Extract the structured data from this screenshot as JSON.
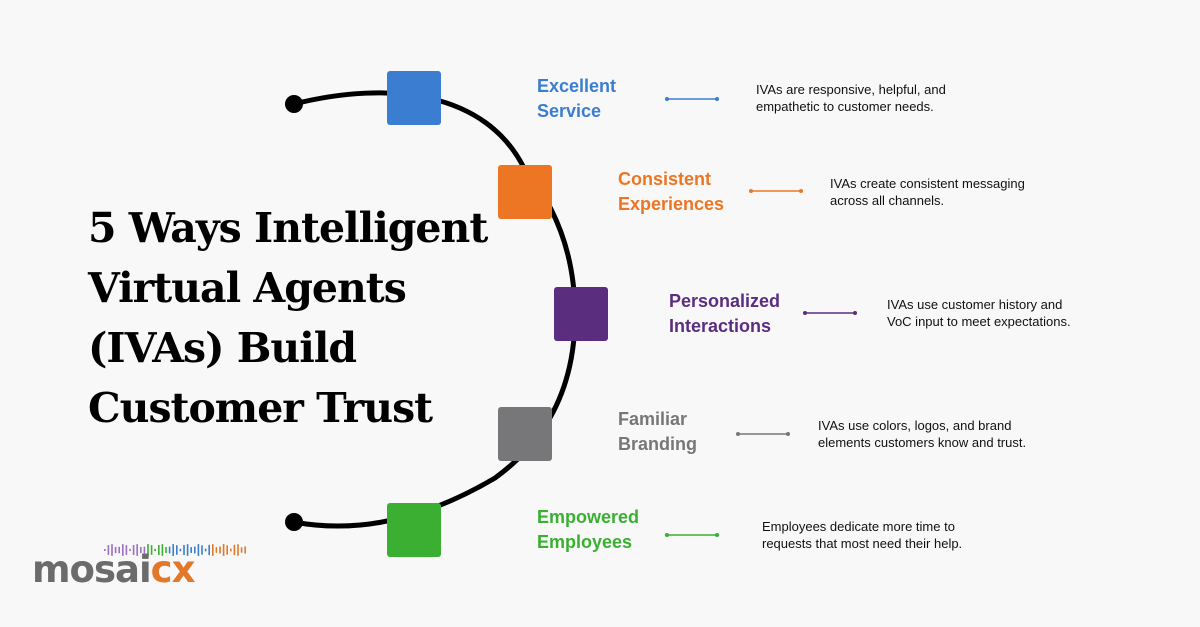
{
  "title_lines": [
    "5 Ways Intelligent",
    "Virtual Agents",
    "(IVAs) Build",
    "Customer Trust"
  ],
  "items": [
    {
      "title_lines": [
        "Excellent",
        "Service"
      ],
      "color": "#3b7dd0",
      "description_lines": [
        "IVAs are responsive, helpful, and",
        "empathetic to customer needs."
      ]
    },
    {
      "title_lines": [
        "Consistent",
        "Experiences"
      ],
      "color": "#ec7624",
      "description_lines": [
        "IVAs create consistent messaging",
        "across all channels."
      ]
    },
    {
      "title_lines": [
        "Personalized",
        "Interactions"
      ],
      "color": "#5b2d7f",
      "description_lines": [
        "IVAs use customer history and",
        "VoC input to meet expectations."
      ]
    },
    {
      "title_lines": [
        "Familiar",
        "Branding"
      ],
      "color": "#777779",
      "description_lines": [
        "IVAs use colors, logos, and brand",
        "elements customers know and trust."
      ]
    },
    {
      "title_lines": [
        "Empowered",
        "Employees"
      ],
      "color": "#3aaf32",
      "description_lines": [
        "Employees dedicate more time to",
        "requests that most need their help."
      ]
    }
  ],
  "logo": {
    "main": "mosai",
    "accent": "cx",
    "main_color": "#6b6b6b",
    "accent_color": "#e2782a"
  }
}
